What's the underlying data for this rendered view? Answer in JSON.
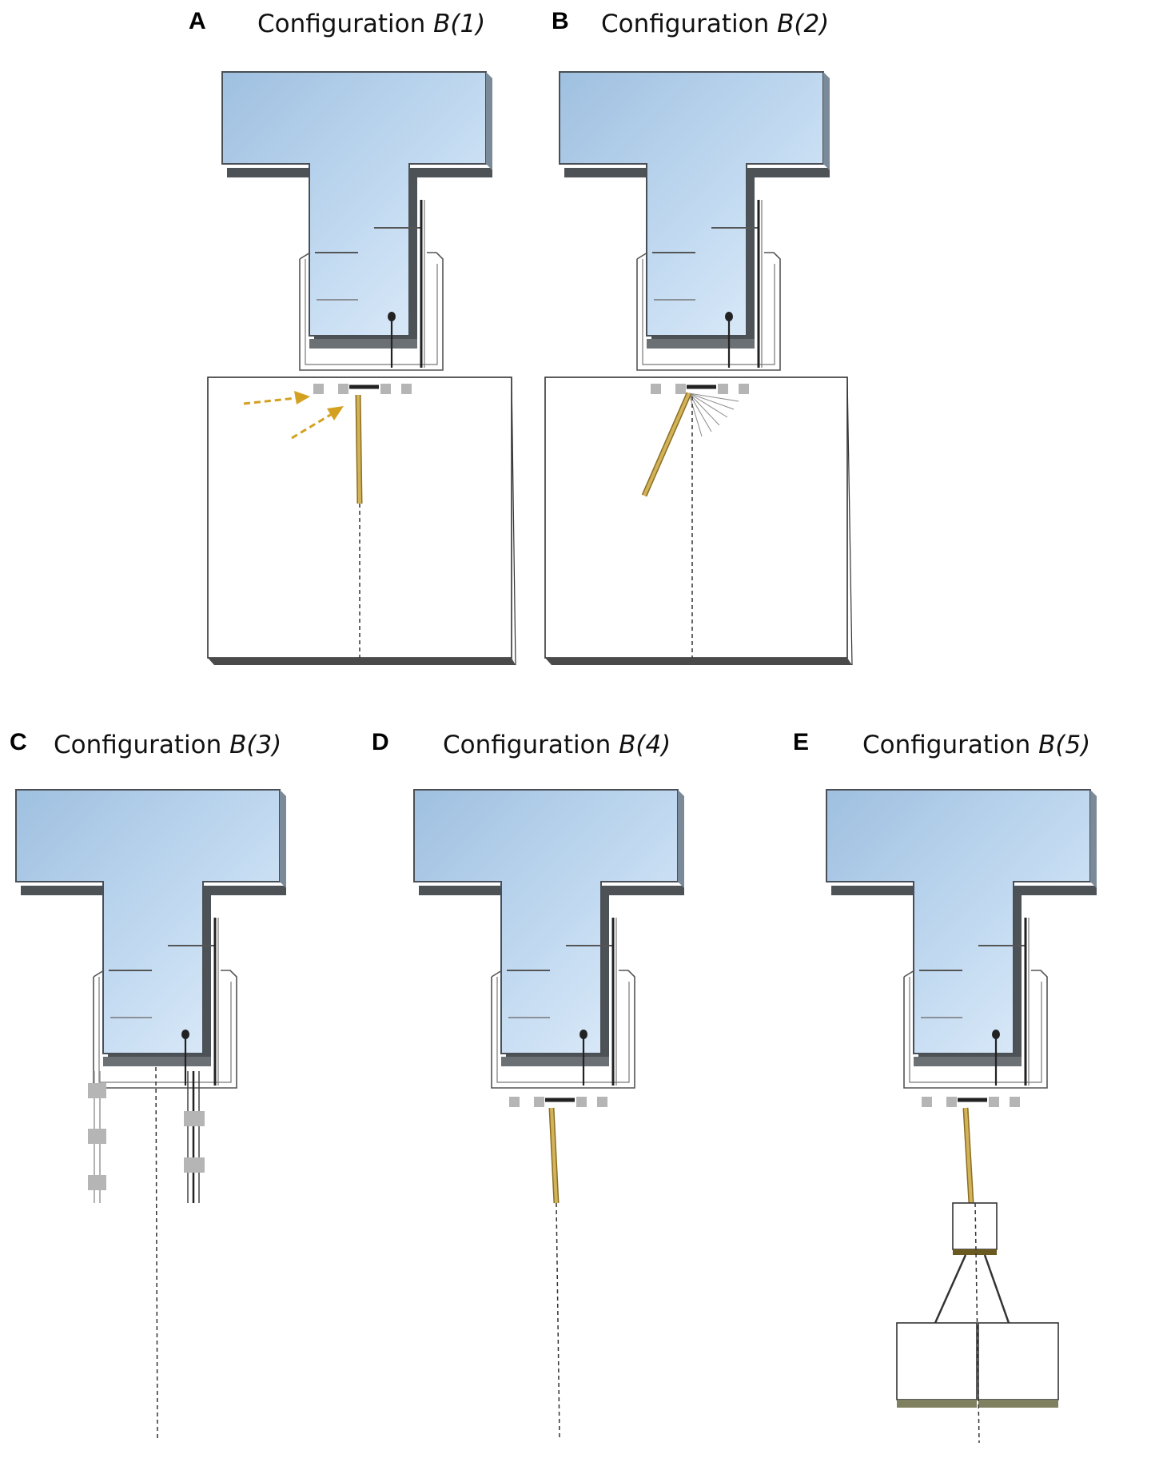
{
  "panels": [
    {
      "id": "A",
      "letter": "A",
      "title_prefix": "Configuration ",
      "title_italic": "B(1)"
    },
    {
      "id": "B",
      "letter": "B",
      "title_prefix": "Configuration ",
      "title_italic": "B(2)"
    },
    {
      "id": "C",
      "letter": "C",
      "title_prefix": "Configuration ",
      "title_italic": "B(3)"
    },
    {
      "id": "D",
      "letter": "D",
      "title_prefix": "Configuration ",
      "title_italic": "B(4)"
    },
    {
      "id": "E",
      "letter": "E",
      "title_prefix": "Configuration ",
      "title_italic": "B(5)"
    }
  ],
  "colors": {
    "tank_blue_light": "#d5e7f7",
    "tank_blue_dark": "#9fc2e4",
    "tank_shadow": "#555a60",
    "insert_gold": "#c8a448",
    "insert_gold_dark": "#8a6d1f",
    "arrow_gold": "#d4a020",
    "electrode_gray": "#a8a8a8",
    "outline": "#333333"
  }
}
